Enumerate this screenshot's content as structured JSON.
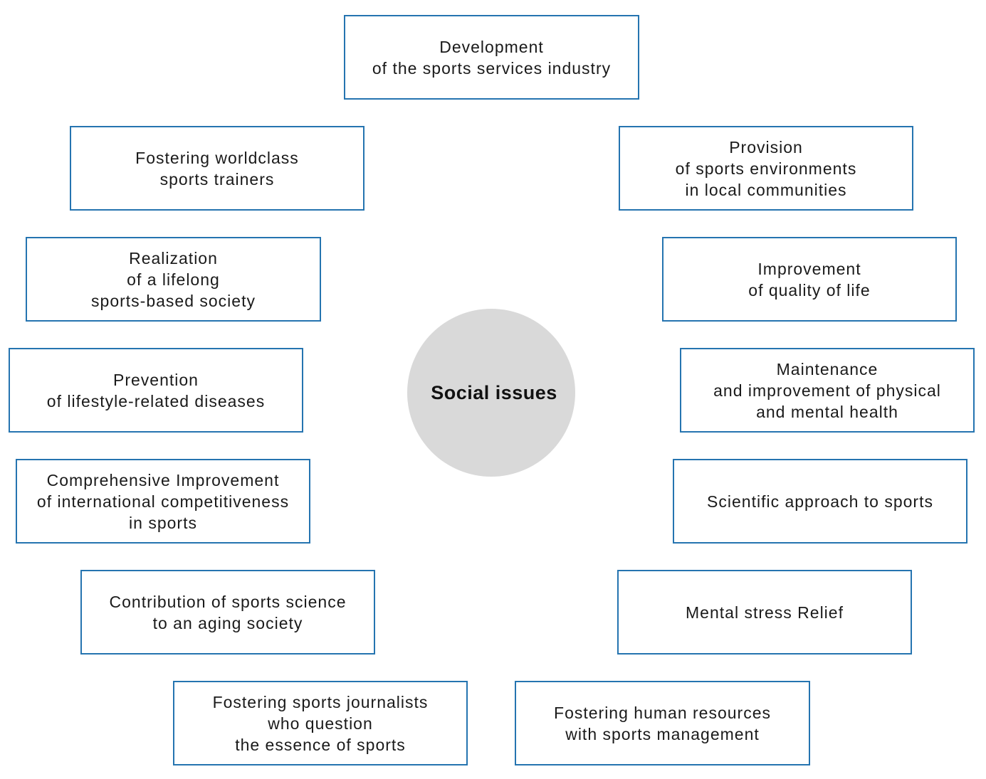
{
  "colors": {
    "box_border": "#2574b0",
    "circle_fill": "#d9d9d9",
    "text": "#1a1a1a"
  },
  "center": {
    "label": "Social issues"
  },
  "issues": [
    {
      "lines": [
        "Development",
        "of the sports services industry"
      ]
    },
    {
      "lines": [
        "Fostering worldclass",
        "sports trainers"
      ]
    },
    {
      "lines": [
        "Provision",
        "of sports environments",
        "in local communities"
      ]
    },
    {
      "lines": [
        "Realization",
        "of a lifelong",
        "sports-based society"
      ]
    },
    {
      "lines": [
        "Improvement",
        "of quality of life"
      ]
    },
    {
      "lines": [
        "Prevention",
        "of lifestyle-related diseases"
      ]
    },
    {
      "lines": [
        "Maintenance",
        "and improvement of physical",
        "and mental health"
      ]
    },
    {
      "lines": [
        "Comprehensive Improvement",
        "of international competitiveness",
        "in sports"
      ]
    },
    {
      "lines": [
        "Scientific approach to sports"
      ]
    },
    {
      "lines": [
        "Contribution of sports science",
        "to an aging society"
      ]
    },
    {
      "lines": [
        "Mental stress Relief"
      ]
    },
    {
      "lines": [
        "Fostering sports journalists",
        "who question",
        "the essence of sports"
      ]
    },
    {
      "lines": [
        "Fostering human resources",
        "with sports management"
      ]
    }
  ]
}
